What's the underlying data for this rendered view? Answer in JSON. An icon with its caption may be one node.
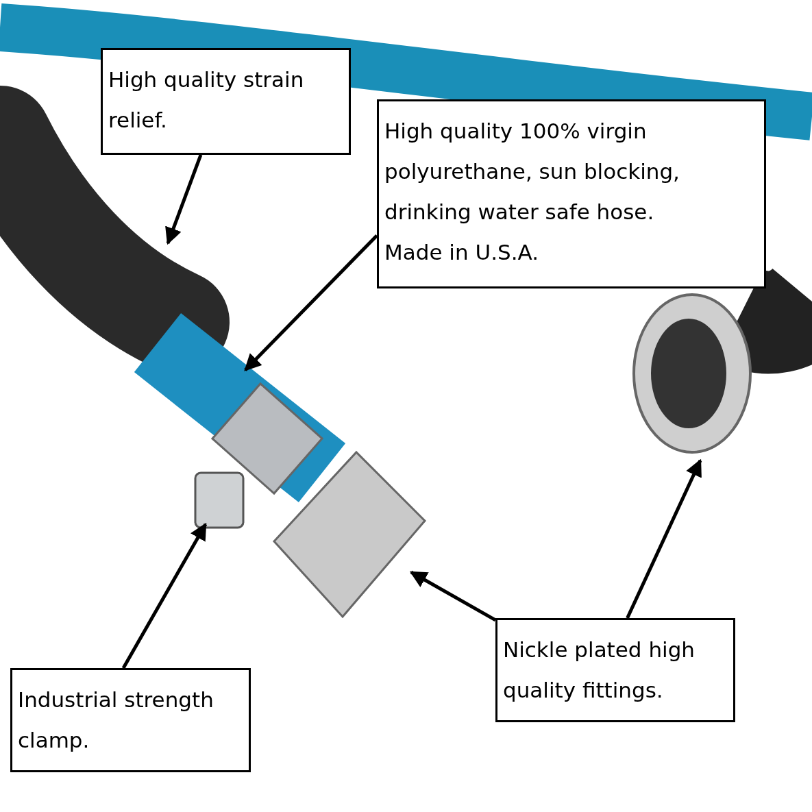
{
  "diagram": {
    "nodes": [
      {
        "text": [
          "High quality strain relief."
        ]
      },
      {
        "text": [
          "High quality 100% virgin polyurethane, sun blocking, drinking water safe hose.",
          "Made in U.S.A."
        ]
      },
      {
        "text": [
          "Industrial strength clamp."
        ]
      },
      {
        "text": [
          "Nickle plated high quality fittings."
        ]
      }
    ],
    "edges": [
      {
        "from": 0,
        "to": null,
        "arrow": "to"
      },
      {
        "from": 1,
        "to": null,
        "arrow": "to"
      },
      {
        "from": 2,
        "to": null,
        "arrow": "to"
      },
      {
        "from": 3,
        "to": null,
        "arrow": "to"
      },
      {
        "from": 3,
        "to": null,
        "arrow": "to"
      }
    ]
  }
}
